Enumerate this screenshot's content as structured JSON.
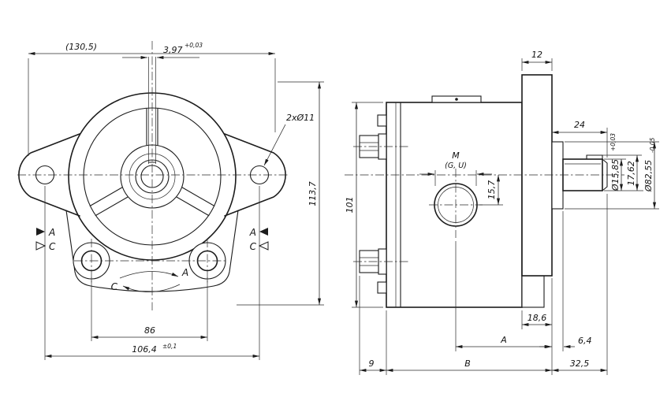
{
  "front": {
    "dim_overall": "(130,5)",
    "dim_key": "3,97",
    "dim_key_tol": "+0,03",
    "holes": "2xØ11",
    "dim_height": "113,7",
    "dim_ports": "86",
    "dim_mount": "106,4",
    "dim_mount_tol": "±0,1",
    "port_a_left": "A",
    "port_c_left": "C",
    "port_a_right": "A",
    "port_c_right": "C",
    "rot_a": "A",
    "rot_c": "C"
  },
  "side": {
    "dim_flange": "12",
    "dim_shaft_len": "24",
    "dim_shaft_dia": "Ø15,85",
    "dim_shaft_dia_tol": "+0,03",
    "dim_key_height": "17,62",
    "dim_pilot": "Ø82,55",
    "dim_pilot_tol": "-0,05",
    "port_label": "M",
    "port_sub": "(G, U)",
    "dim_port_offset": "15,7",
    "dim_body": "101",
    "dim_rear": "18,6",
    "dim_a": "A",
    "dim_step": "6,4",
    "dim_fitting": "9",
    "dim_b": "B",
    "dim_tail": "32,5"
  }
}
